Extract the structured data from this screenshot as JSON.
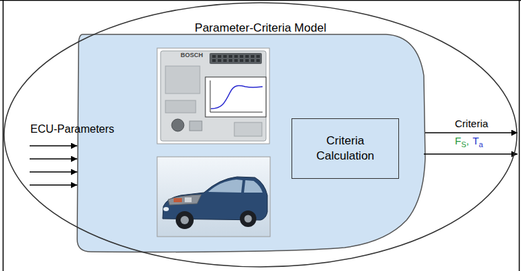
{
  "diagram": {
    "nodes": [
      {
        "text": [
          "Parameter-Criteria Model"
        ]
      },
      {
        "text": [
          "Criteria Calculation"
        ],
        "in": 0
      }
    ],
    "labels": [
      "ECU-Parameters",
      "Criteria",
      "F",
      "S",
      ",",
      "T",
      "a",
      "BOSCH"
    ]
  }
}
